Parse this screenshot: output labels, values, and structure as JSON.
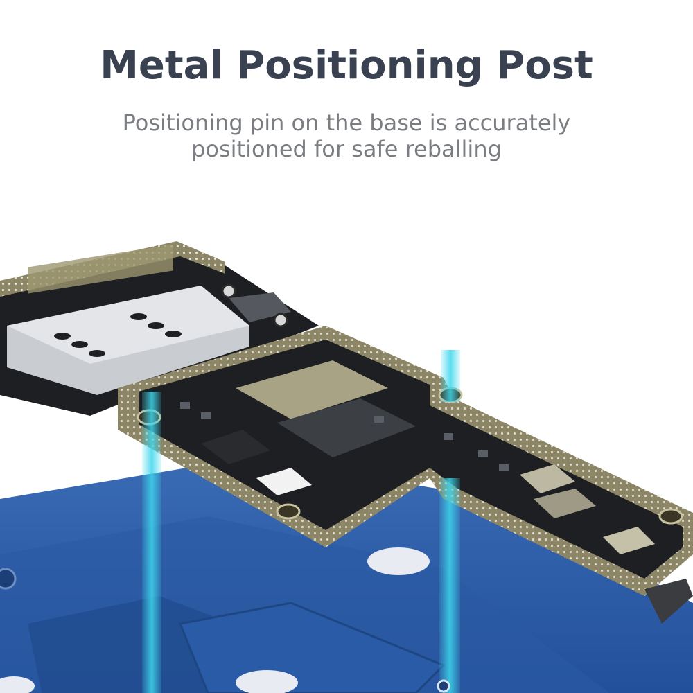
{
  "header": {
    "title": "Metal Positioning Post",
    "subtitle_line1": "Positioning pin on the base is accurately",
    "subtitle_line2": "positioned for safe reballing"
  },
  "colors": {
    "title": "#3a4150",
    "subtitle": "#7a7d82",
    "base_blue": "#2f5fa8",
    "pcb_dark": "#1e1f22",
    "frame_olive": "#8c8566",
    "laser_cyan": "#3ed6ec"
  }
}
